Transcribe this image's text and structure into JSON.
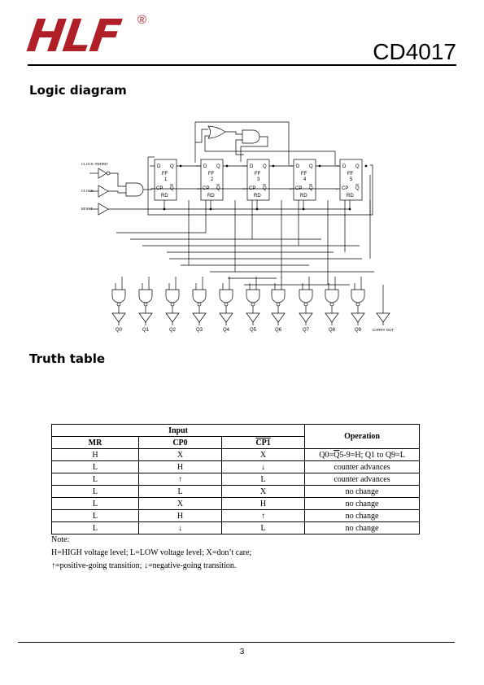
{
  "header": {
    "logo": "HLF",
    "registered": "®",
    "part_number": "CD4017"
  },
  "sections": {
    "logic_diagram": "Logic diagram",
    "truth_table": "Truth table"
  },
  "diagram": {
    "inputs": [
      "CLOCK INHIBIT",
      "CLOCK",
      "RESET"
    ],
    "flipflops": [
      {
        "d": "D",
        "q": "Q",
        "ff": "FF",
        "num": "1",
        "cp": "CP",
        "qb": "Q",
        "rd": "RD"
      },
      {
        "d": "D",
        "q": "Q",
        "ff": "FF",
        "num": "2",
        "cp": "CP",
        "qb": "Q",
        "rd": "RD"
      },
      {
        "d": "D",
        "q": "Q",
        "ff": "FF",
        "num": "3",
        "cp": "CP",
        "qb": "Q",
        "rd": "RD"
      },
      {
        "d": "D",
        "q": "Q",
        "ff": "FF",
        "num": "4",
        "cp": "CP",
        "qb": "Q",
        "rd": "RD"
      },
      {
        "d": "D",
        "q": "Q",
        "ff": "FF",
        "num": "5",
        "cp": "CP",
        "qb": "Q",
        "rd": "RD"
      }
    ],
    "outputs": [
      "Q0",
      "Q1",
      "Q2",
      "Q3",
      "Q4",
      "Q5",
      "Q6",
      "Q7",
      "Q8",
      "Q9",
      "CARRY OUT"
    ]
  },
  "truth_table": {
    "group_header": "Input",
    "operation_header": "Operation",
    "columns": [
      "MR",
      "CP0",
      "CP1"
    ],
    "rows": [
      [
        "H",
        "X",
        "X"
      ],
      [
        "L",
        "H",
        "↓"
      ],
      [
        "L",
        "↑",
        "L"
      ],
      [
        "L",
        "L",
        "X"
      ],
      [
        "L",
        "X",
        "H"
      ],
      [
        "L",
        "H",
        "↑"
      ],
      [
        "L",
        "↓",
        "L"
      ]
    ],
    "operations": [
      {
        "a": "Q0=",
        "b": "Q",
        "c": "5-9=H; Q1 to Q9=L"
      },
      {
        "a": "counter advances",
        "b": "",
        "c": ""
      },
      {
        "a": "counter advances",
        "b": "",
        "c": ""
      },
      {
        "a": "no change",
        "b": "",
        "c": ""
      },
      {
        "a": "no change",
        "b": "",
        "c": ""
      },
      {
        "a": "no change",
        "b": "",
        "c": ""
      },
      {
        "a": "no change",
        "b": "",
        "c": ""
      }
    ]
  },
  "notes": {
    "title": "Note:",
    "line1": "H=HIGH voltage level; L=LOW voltage level; X=don’t care;",
    "line2": "↑=positive-going transition; ↓=negative-going transition."
  },
  "footer": {
    "page_number": "3"
  }
}
